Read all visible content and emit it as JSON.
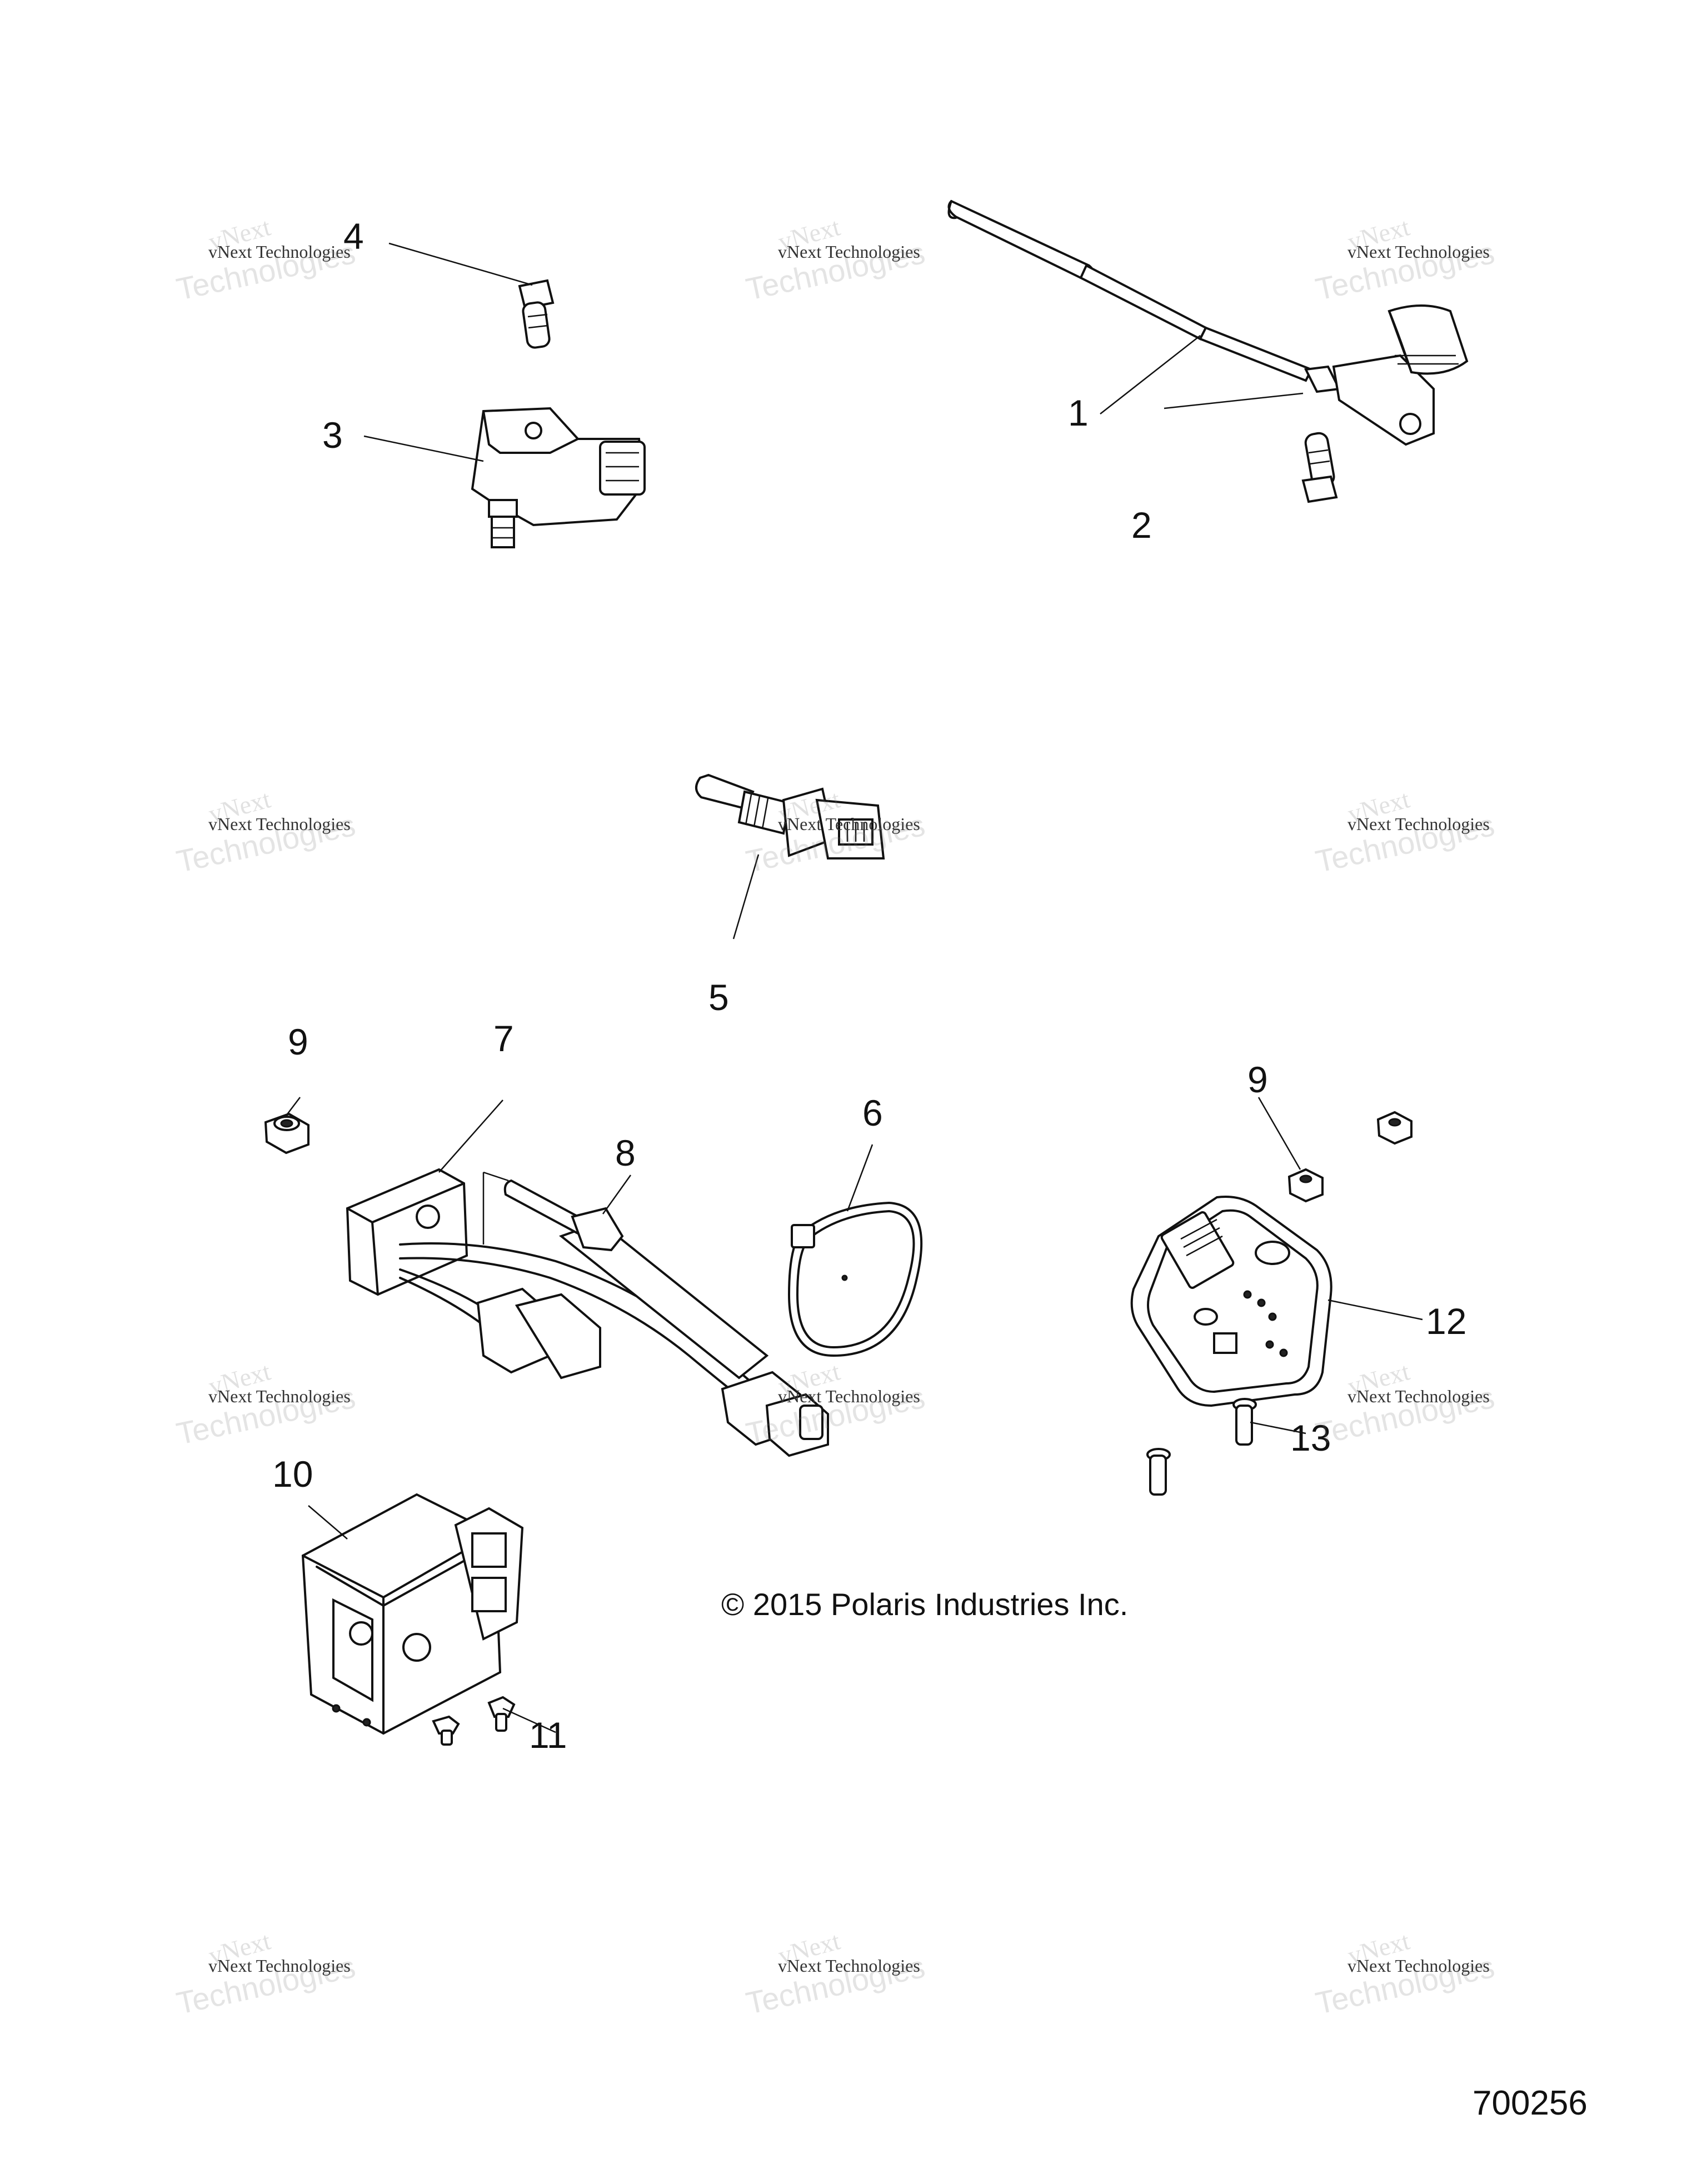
{
  "callouts": [
    {
      "id": "1",
      "label": "1"
    },
    {
      "id": "2",
      "label": "2"
    },
    {
      "id": "3",
      "label": "3"
    },
    {
      "id": "4",
      "label": "4"
    },
    {
      "id": "5",
      "label": "5"
    },
    {
      "id": "6",
      "label": "6"
    },
    {
      "id": "7",
      "label": "7"
    },
    {
      "id": "8",
      "label": "8"
    },
    {
      "id": "9a",
      "label": "9"
    },
    {
      "id": "9b",
      "label": "9"
    },
    {
      "id": "10",
      "label": "10"
    },
    {
      "id": "11",
      "label": "11"
    },
    {
      "id": "12",
      "label": "12"
    },
    {
      "id": "13",
      "label": "13"
    }
  ],
  "watermark": {
    "brand_line": "vNext",
    "company_line": "vNext Technologies",
    "tech_line": "Technologies"
  },
  "copyright": "© 2015 Polaris Industries Inc.",
  "figure_number": "700256"
}
